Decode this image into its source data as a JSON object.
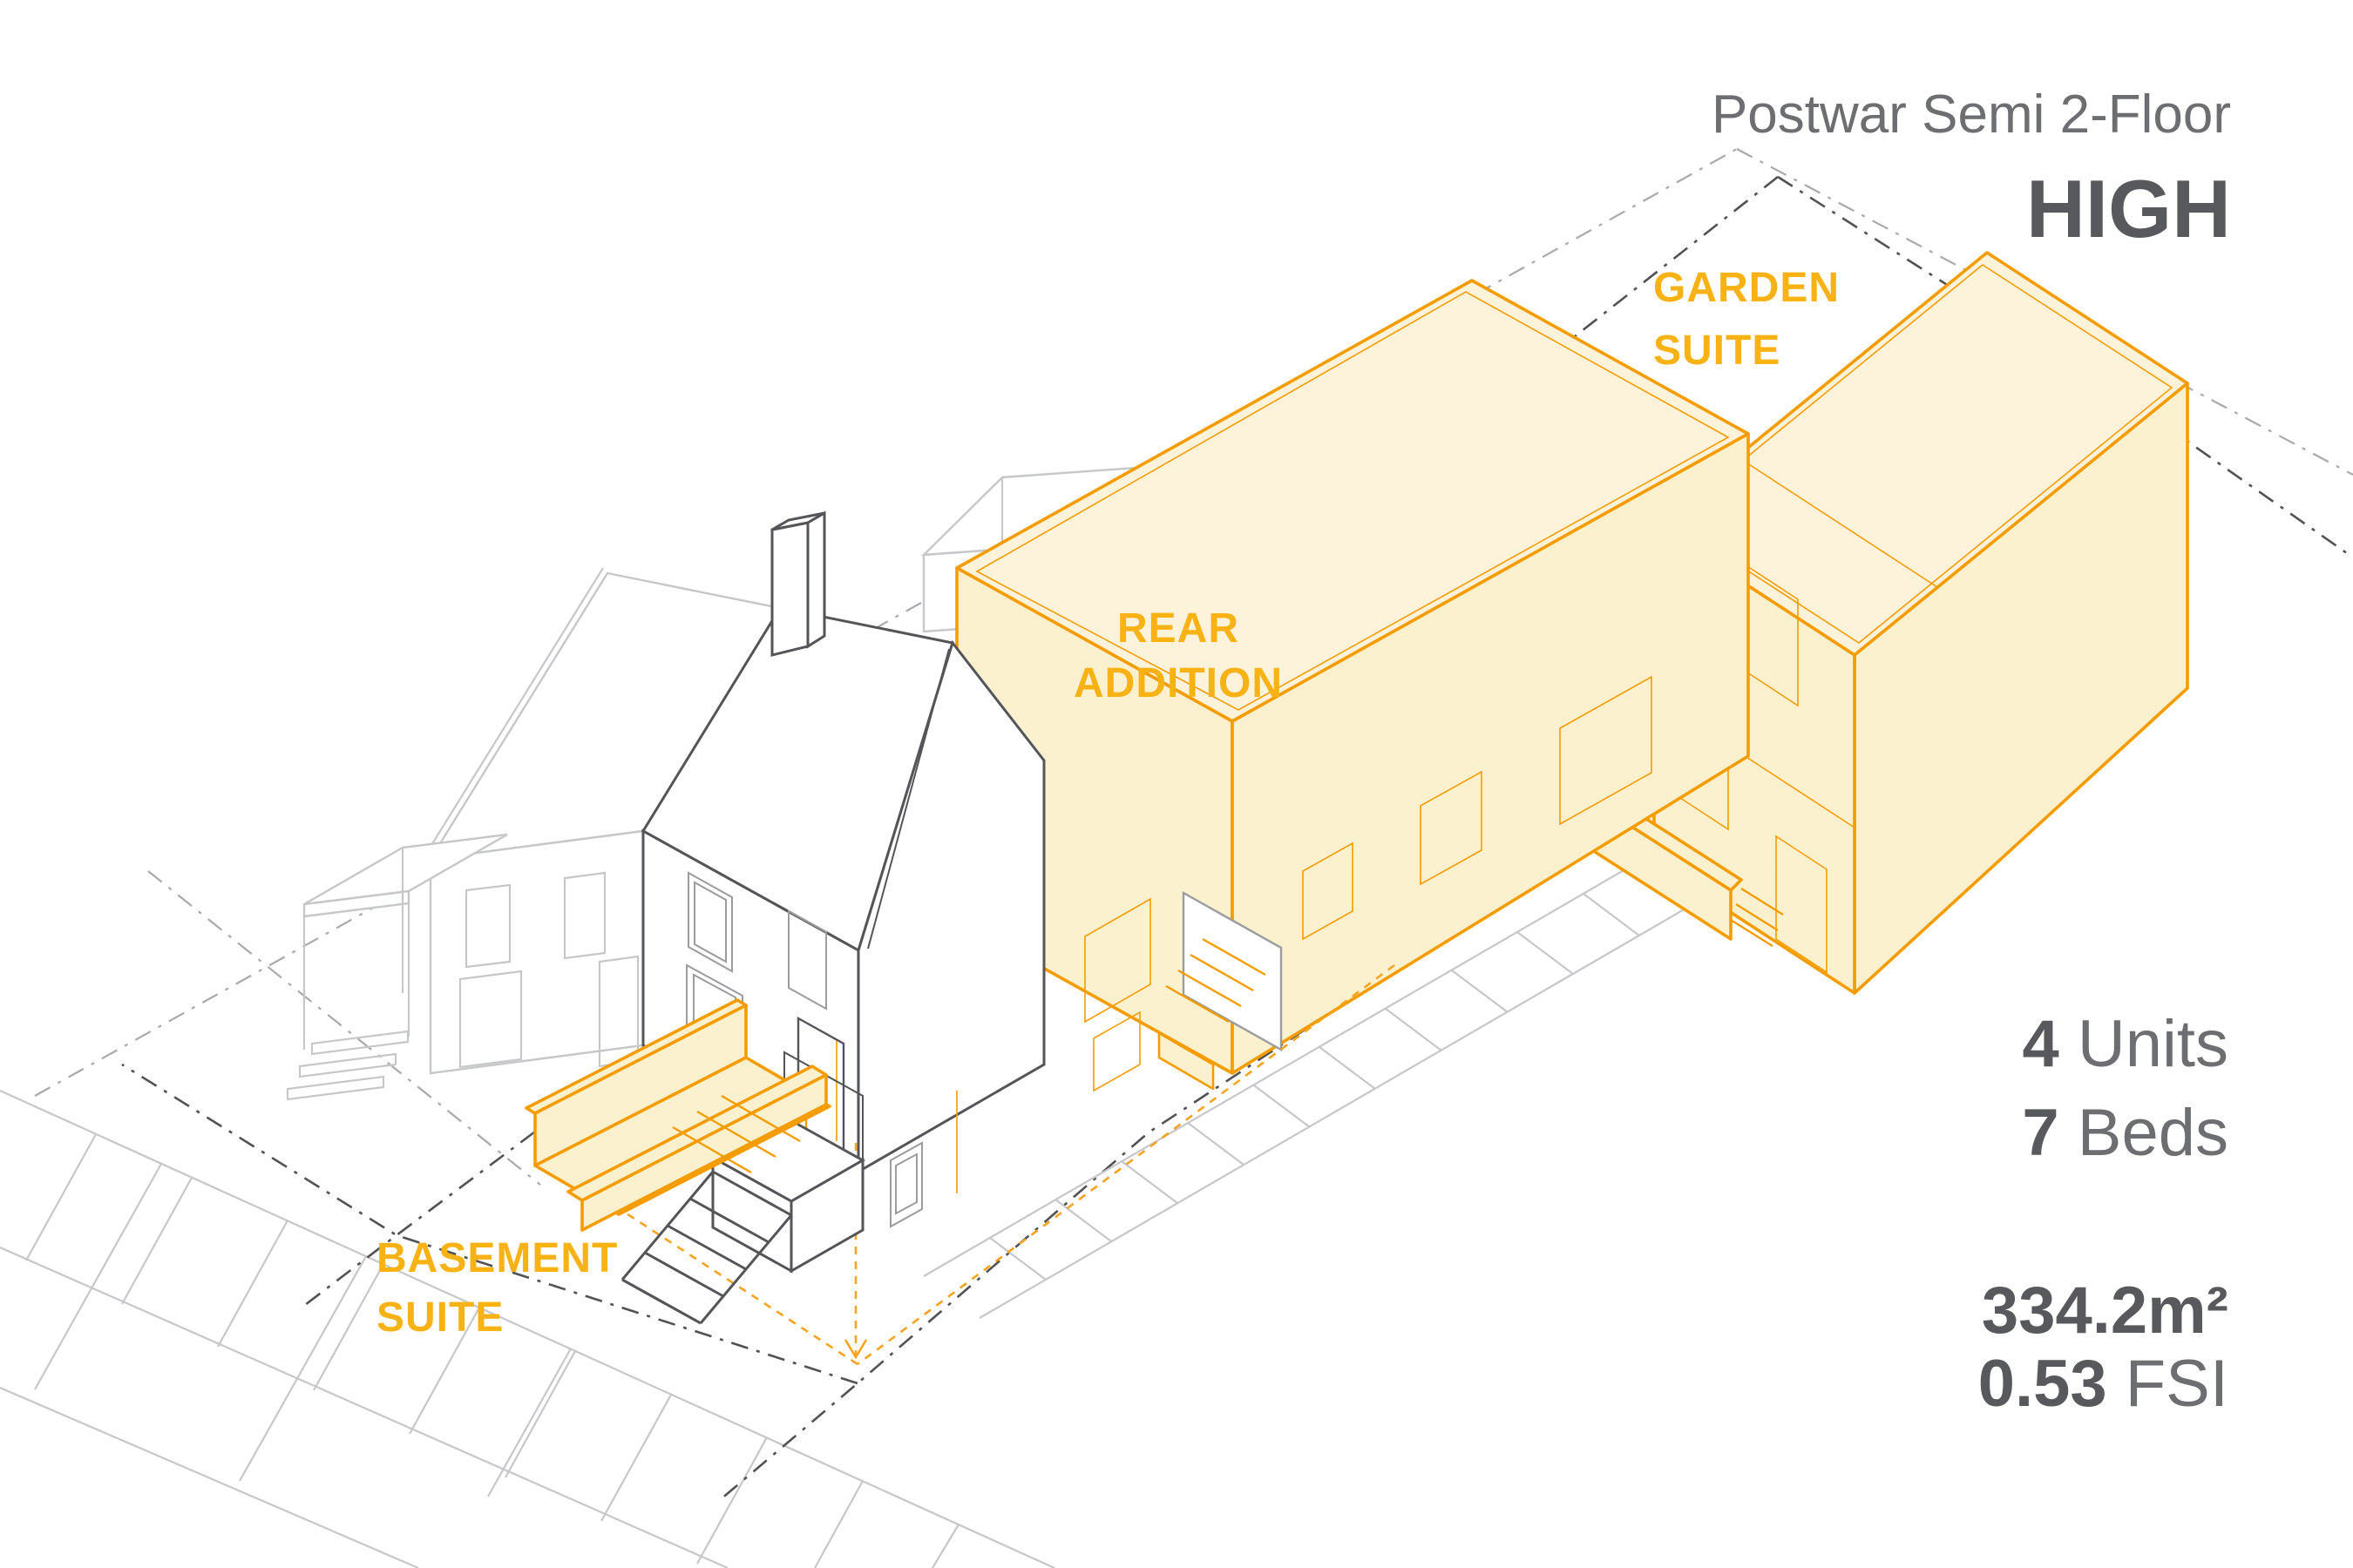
{
  "title": {
    "line1": "Postwar Semi 2-Floor",
    "line2": "HIGH"
  },
  "labels": {
    "garden_suite": {
      "l1": "GARDEN",
      "l2": "SUITE"
    },
    "rear_addition": {
      "l1": "REAR",
      "l2": "ADDITION"
    },
    "basement_suite": {
      "l1": "BASEMENT",
      "l2": "SUITE"
    }
  },
  "stats": {
    "units_value": "4",
    "units_label": " Units",
    "beds_value": "7",
    "beds_label": " Beds",
    "area_value": "334.2m²",
    "fsi_value": "0.53",
    "fsi_label": " FSI"
  },
  "colors": {
    "accent": "#F49C00",
    "accent-dash": "#F6A41F",
    "fill-yellow": "#FCF1CF",
    "fill-roof": "#FCF3DA",
    "label-orange": "#F9B213",
    "txt-gray": "#6d6e71",
    "txt-dark": "#58595c",
    "ln-light": "#c6c7c9",
    "ln-mid": "#9b9c9e",
    "ln-dark": "#545559",
    "dash-light": "#a8a9ab",
    "dash-dark": "#515254"
  },
  "icons": {
    "down_arrow_icon": "depth-arrow"
  }
}
